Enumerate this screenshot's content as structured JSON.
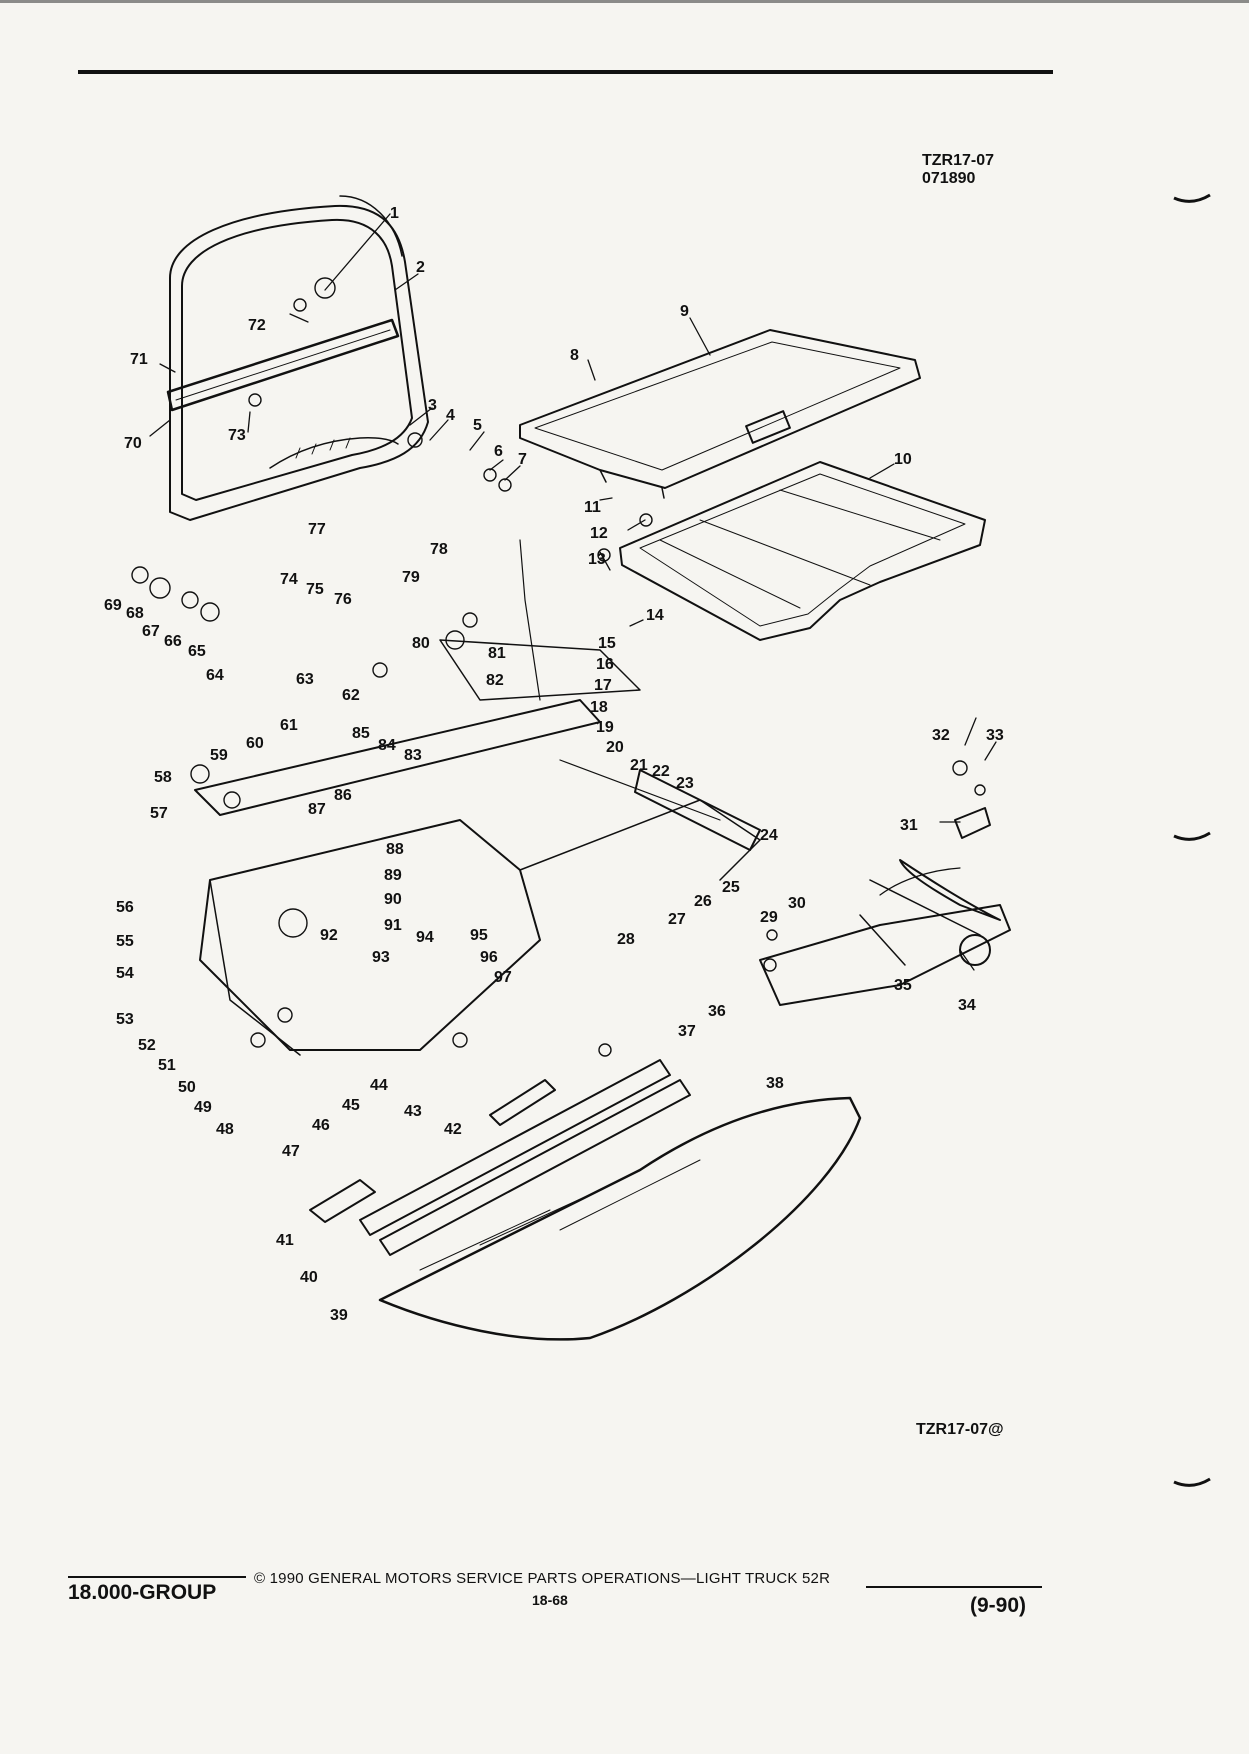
{
  "header": {
    "drawing_code": "TZR17-07",
    "drawing_date": "071890"
  },
  "figure_code": "TZR17-07@",
  "footer": {
    "group": "18.000-GROUP",
    "copyright": "© 1990 GENERAL MOTORS SERVICE PARTS OPERATIONS—LIGHT TRUCK 52R",
    "page": "18-68",
    "revision": "(9-90)"
  },
  "callouts": [
    "1",
    "2",
    "3",
    "4",
    "5",
    "6",
    "7",
    "8",
    "9",
    "10",
    "11",
    "12",
    "13",
    "14",
    "15",
    "16",
    "17",
    "18",
    "19",
    "20",
    "21",
    "22",
    "23",
    "24",
    "25",
    "26",
    "27",
    "28",
    "29",
    "30",
    "31",
    "32",
    "33",
    "34",
    "35",
    "36",
    "37",
    "38",
    "39",
    "40",
    "41",
    "42",
    "43",
    "44",
    "45",
    "46",
    "47",
    "48",
    "49",
    "50",
    "51",
    "52",
    "53",
    "54",
    "55",
    "56",
    "57",
    "58",
    "59",
    "60",
    "61",
    "62",
    "63",
    "64",
    "65",
    "66",
    "67",
    "68",
    "69",
    "70",
    "71",
    "72",
    "73",
    "74",
    "75",
    "76",
    "77",
    "78",
    "79",
    "80",
    "81",
    "82",
    "83",
    "84",
    "85",
    "86",
    "87",
    "88",
    "89",
    "90",
    "91",
    "92",
    "93",
    "94",
    "95",
    "96",
    "97"
  ]
}
